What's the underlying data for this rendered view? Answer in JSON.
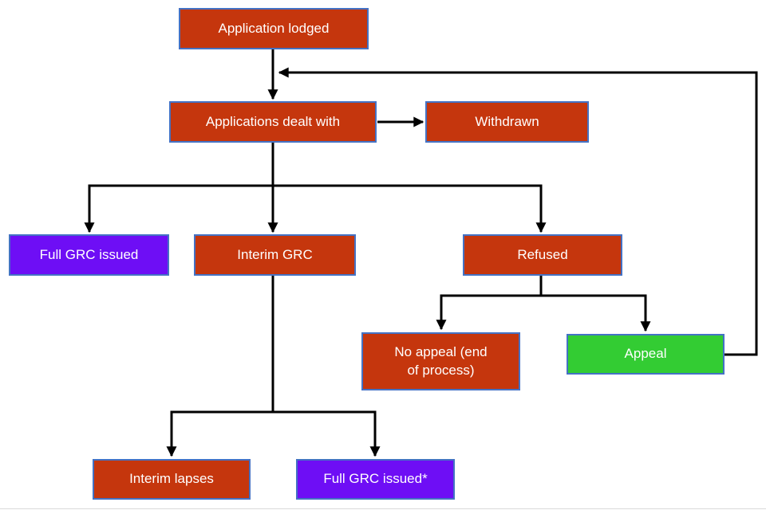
{
  "diagram": {
    "type": "flowchart",
    "background": "#ffffff",
    "colors": {
      "red_node": "#c5360d",
      "purple_node": "#6e0ef5",
      "green_node": "#33cc33",
      "node_border": "#4472c4",
      "node_text": "#ffffff",
      "connector": "#000000"
    },
    "nodes": {
      "lodged": {
        "label": "Application lodged",
        "fill": "#c5360d"
      },
      "dealt": {
        "label": "Applications dealt with",
        "fill": "#c5360d"
      },
      "withdrawn": {
        "label": "Withdrawn",
        "fill": "#c5360d"
      },
      "full_grc": {
        "label": "Full GRC issued",
        "fill": "#6e0ef5"
      },
      "interim_grc": {
        "label": "Interim GRC",
        "fill": "#c5360d"
      },
      "refused": {
        "label": "Refused",
        "fill": "#c5360d"
      },
      "no_appeal": {
        "label": "No appeal (end of process)",
        "fill": "#c5360d"
      },
      "appeal": {
        "label": "Appeal",
        "fill": "#33cc33"
      },
      "interim_lapses": {
        "label": "Interim lapses",
        "fill": "#c5360d"
      },
      "full_grc_star": {
        "label": "Full GRC issued*",
        "fill": "#6e0ef5"
      }
    },
    "edges": [
      {
        "from": "lodged",
        "to": "dealt",
        "style": "arrow"
      },
      {
        "from": "dealt",
        "to": "withdrawn",
        "style": "arrow"
      },
      {
        "from": "dealt",
        "to": "full_grc",
        "style": "arrow"
      },
      {
        "from": "dealt",
        "to": "interim_grc",
        "style": "arrow"
      },
      {
        "from": "dealt",
        "to": "refused",
        "style": "arrow"
      },
      {
        "from": "refused",
        "to": "no_appeal",
        "style": "arrow"
      },
      {
        "from": "refused",
        "to": "appeal",
        "style": "arrow"
      },
      {
        "from": "appeal",
        "to": "dealt",
        "style": "arrow-feedback-loop"
      },
      {
        "from": "interim_grc",
        "to": "interim_lapses",
        "style": "arrow"
      },
      {
        "from": "interim_grc",
        "to": "full_grc_star",
        "style": "arrow"
      }
    ]
  }
}
